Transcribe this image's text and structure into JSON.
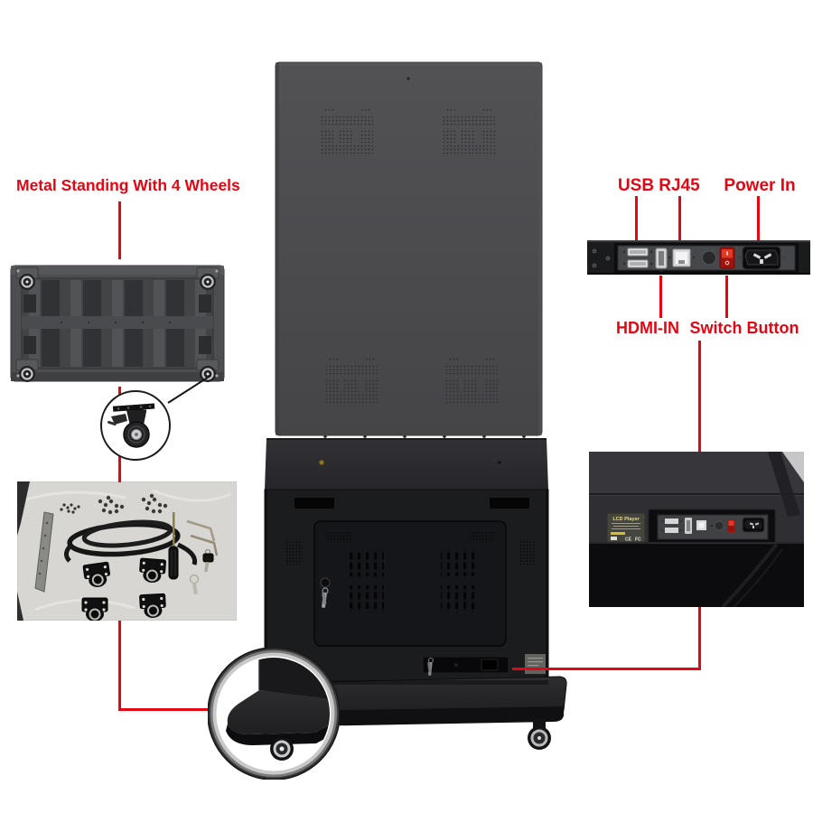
{
  "annotations": {
    "metal_standing": "Metal Standing With 4 Wheels",
    "usb": "USB",
    "rj45": "RJ45",
    "power_in": "Power In",
    "hdmi_in": "HDMI-IN",
    "switch_button": "Switch Button"
  },
  "closeup": {
    "device_label_title": "LCD Player",
    "ce_mark": "CE",
    "fcc_mark": "FC"
  },
  "colors": {
    "annotation_red": "#e30613",
    "background": "#ffffff",
    "kiosk_upper_panel": "#4a4a4d",
    "kiosk_cabinet": "#1b1c1e",
    "switch_red": "#e03a23",
    "metal_silver": "#c6c7c9"
  }
}
